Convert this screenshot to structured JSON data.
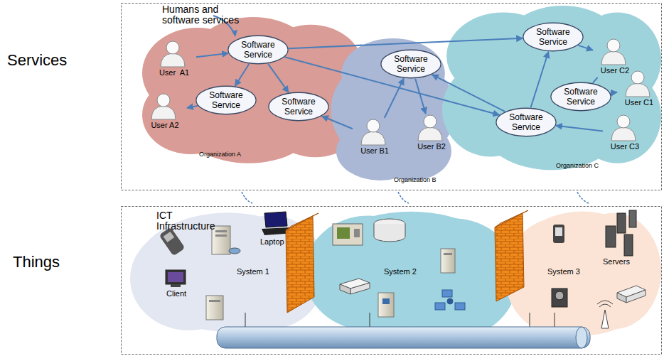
{
  "diagram": {
    "nodes": [
      {
        "text": [
          "Organization A"
        ]
      },
      {
        "text": [
          "User  A1"
        ],
        "in": 0
      },
      {
        "text": [
          "Software Service"
        ],
        "in": 0
      },
      {
        "text": [
          "User A2"
        ],
        "in": 0
      },
      {
        "text": [
          "Software Service"
        ],
        "in": 0
      },
      {
        "text": [
          "Software Service"
        ],
        "in": 0
      },
      {
        "text": [
          "Organization B"
        ]
      },
      {
        "text": [
          "Software Service"
        ],
        "in": 6
      },
      {
        "text": [
          "User B1"
        ],
        "in": 6
      },
      {
        "text": [
          "User B2"
        ],
        "in": 6
      },
      {
        "text": [
          "Organization C"
        ]
      },
      {
        "text": [
          "Software Service"
        ],
        "in": 10
      },
      {
        "text": [
          "User C2"
        ],
        "in": 10
      },
      {
        "text": [
          "Software Service"
        ],
        "in": 10
      },
      {
        "text": [
          "User C1"
        ],
        "in": 10
      },
      {
        "text": [
          "Software Service"
        ],
        "in": 10
      },
      {
        "text": [
          "User C3"
        ],
        "in": 10
      },
      {
        "text": [
          "System 1"
        ]
      },
      {
        "text": [
          "System 2"
        ]
      },
      {
        "text": [
          "System 3"
        ]
      }
    ],
    "edges": [
      {
        "from": 1,
        "to": 2,
        "arrow": "to"
      },
      {
        "from": 2,
        "to": 4,
        "arrow": "to"
      },
      {
        "from": 2,
        "to": 5,
        "arrow": "to"
      },
      {
        "from": 4,
        "to": 3,
        "arrow": "to"
      },
      {
        "from": 2,
        "to": 11,
        "arrow": "to"
      },
      {
        "from": 2,
        "to": 15,
        "arrow": "to"
      },
      {
        "from": 8,
        "to": 5,
        "arrow": "to"
      },
      {
        "from": 8,
        "to": 7,
        "arrow": "to"
      },
      {
        "from": 7,
        "to": 9,
        "arrow": "to"
      },
      {
        "from": 15,
        "to": 7,
        "arrow": "to"
      },
      {
        "from": 15,
        "to": 11,
        "arrow": "to"
      },
      {
        "from": 11,
        "to": 12,
        "arrow": "to"
      },
      {
        "from": 13,
        "to": 12,
        "arrow": "none"
      },
      {
        "from": 13,
        "to": 14,
        "arrow": "to"
      },
      {
        "from": 16,
        "to": 15,
        "arrow": "to"
      }
    ],
    "labels": [
      "Services",
      "Things",
      "Humans and software services",
      "ICT Infrastructure",
      "Laptop",
      "Client",
      "Servers"
    ]
  }
}
